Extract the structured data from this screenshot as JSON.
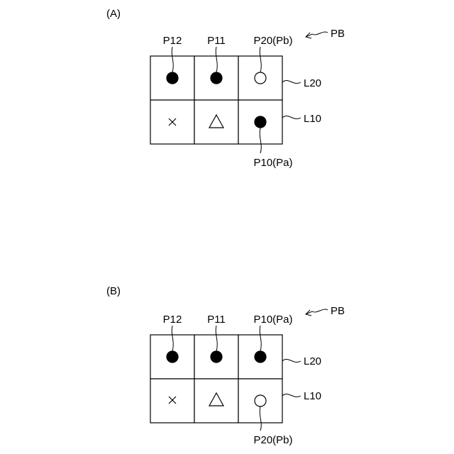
{
  "colors": {
    "ink": "#000000",
    "paper": "#ffffff"
  },
  "panels": [
    {
      "panel_label": "(A)",
      "board_label": "PB",
      "columns": [
        {
          "top_label": "P12"
        },
        {
          "top_label": "P11"
        },
        {
          "top_label": "P20(Pb)"
        }
      ],
      "rows": [
        {
          "line_label": "L20",
          "cells": [
            "filled-circle",
            "filled-circle",
            "open-circle"
          ]
        },
        {
          "line_label": "L10",
          "cells": [
            "cross",
            "triangle",
            "filled-circle"
          ]
        }
      ],
      "bottom_label": "P10(Pa)"
    },
    {
      "panel_label": "(B)",
      "board_label": "PB",
      "columns": [
        {
          "top_label": "P12"
        },
        {
          "top_label": "P11"
        },
        {
          "top_label": "P10(Pa)"
        }
      ],
      "rows": [
        {
          "line_label": "L20",
          "cells": [
            "filled-circle",
            "filled-circle",
            "filled-circle"
          ]
        },
        {
          "line_label": "L10",
          "cells": [
            "cross",
            "triangle",
            "open-circle"
          ]
        }
      ],
      "bottom_label": "P20(Pb)"
    }
  ]
}
